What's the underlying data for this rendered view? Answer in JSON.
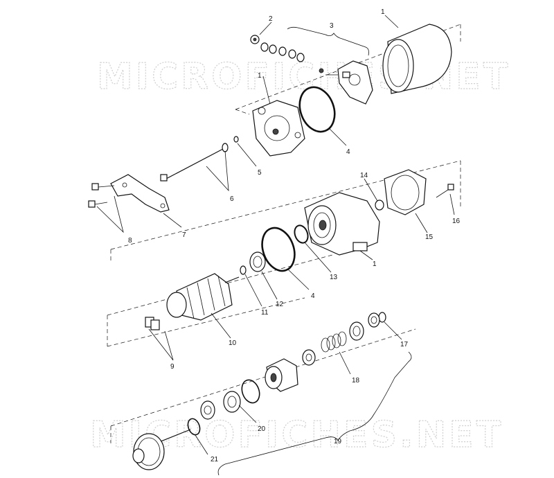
{
  "watermark": {
    "top": "MICROFICHES.NET",
    "bottom": "MICROFICHES.NET"
  },
  "callouts": {
    "c1a": "1",
    "c2": "2",
    "c3": "3",
    "c1b": "1",
    "c4a": "4",
    "c5": "5",
    "c6": "6",
    "c7": "7",
    "c8": "8",
    "c14": "14",
    "c16": "16",
    "c15": "15",
    "c1c": "1",
    "c13": "13",
    "c4b": "4",
    "c12": "12",
    "c11": "11",
    "c10": "10",
    "c9": "9",
    "c17": "17",
    "c18": "18",
    "c20": "20",
    "c19": "19",
    "c21": "21"
  }
}
